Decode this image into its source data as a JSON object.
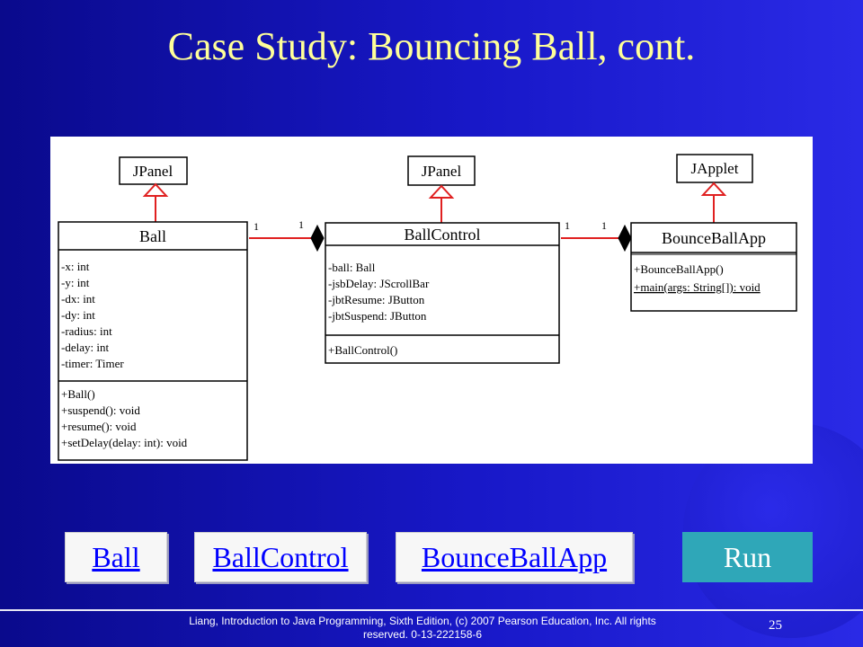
{
  "slide": {
    "title": "Case Study: Bouncing Ball, cont.",
    "footer": "Liang, Introduction to Java Programming, Sixth Edition, (c) 2007 Pearson Education, Inc. All rights reserved. 0-13-222158-6",
    "page_number": "25"
  },
  "diagram": {
    "superclasses": [
      "JPanel",
      "JPanel",
      "JApplet"
    ],
    "classes": [
      {
        "name": "Ball",
        "attributes": [
          "-x: int",
          "-y: int",
          "-dx: int",
          "-dy: int",
          "-radius: int",
          "-delay: int",
          "-timer: Timer"
        ],
        "methods": [
          "+Ball()",
          "+suspend(): void",
          "+resume(): void",
          "+setDelay(delay: int): void"
        ]
      },
      {
        "name": "BallControl",
        "attributes": [
          "-ball: Ball",
          "-jsbDelay: JScrollBar",
          "-jbtResume: JButton",
          "-jbtSuspend: JButton"
        ],
        "methods": [
          "+BallControl()"
        ]
      },
      {
        "name": "BounceBallApp",
        "attributes": [],
        "methods": [
          "+BounceBallApp()",
          "+main(args: String[]): void"
        ]
      }
    ],
    "multiplicities": [
      "1",
      "1",
      "1",
      "1"
    ]
  },
  "buttons": {
    "ball": "Ball",
    "ball_control": "BallControl",
    "bounce_ball_app": "BounceBallApp",
    "run": "Run"
  },
  "colors": {
    "title": "#ffff99",
    "arrow": "#e02020",
    "link": "#0000ff",
    "run_button": "#2fa7b8"
  }
}
